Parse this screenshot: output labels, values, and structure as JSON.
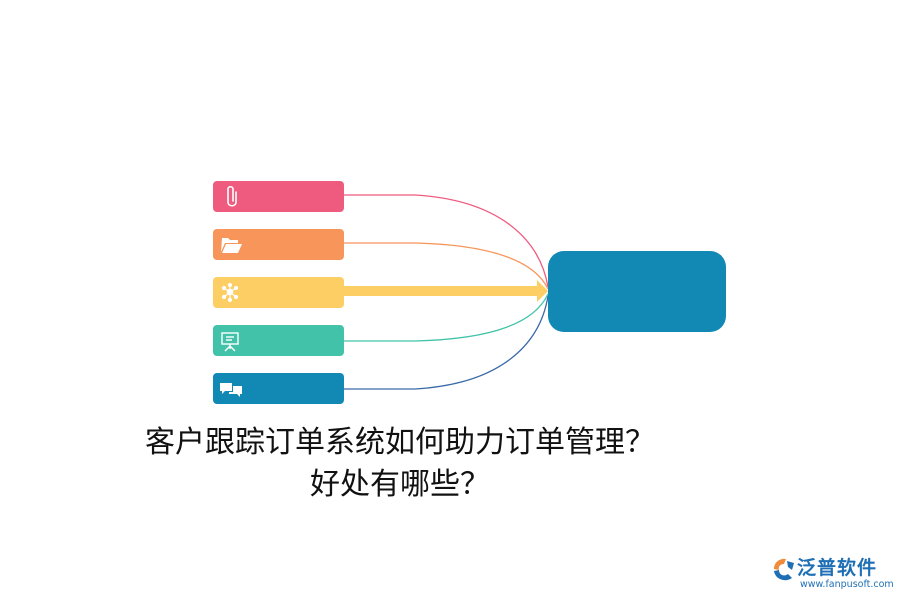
{
  "diagram": {
    "items": [
      {
        "icon": "paperclip-icon",
        "color": "#ef5b7f"
      },
      {
        "icon": "folder-open-icon",
        "color": "#f7955a"
      },
      {
        "icon": "network-nodes-icon",
        "color": "#fcce63"
      },
      {
        "icon": "presentation-board-icon",
        "color": "#42c3a9"
      },
      {
        "icon": "chat-bubbles-icon",
        "color": "#1289b5"
      }
    ],
    "target": {
      "color": "#1289b5"
    }
  },
  "title": {
    "line1": "客户跟踪订单系统如何助力订单管理？",
    "line2": "好处有哪些？"
  },
  "brand": {
    "name": "泛普软件",
    "url": "www.fanpusoft.com",
    "color": "#1f6fb5",
    "accent": "#f08c3b"
  }
}
